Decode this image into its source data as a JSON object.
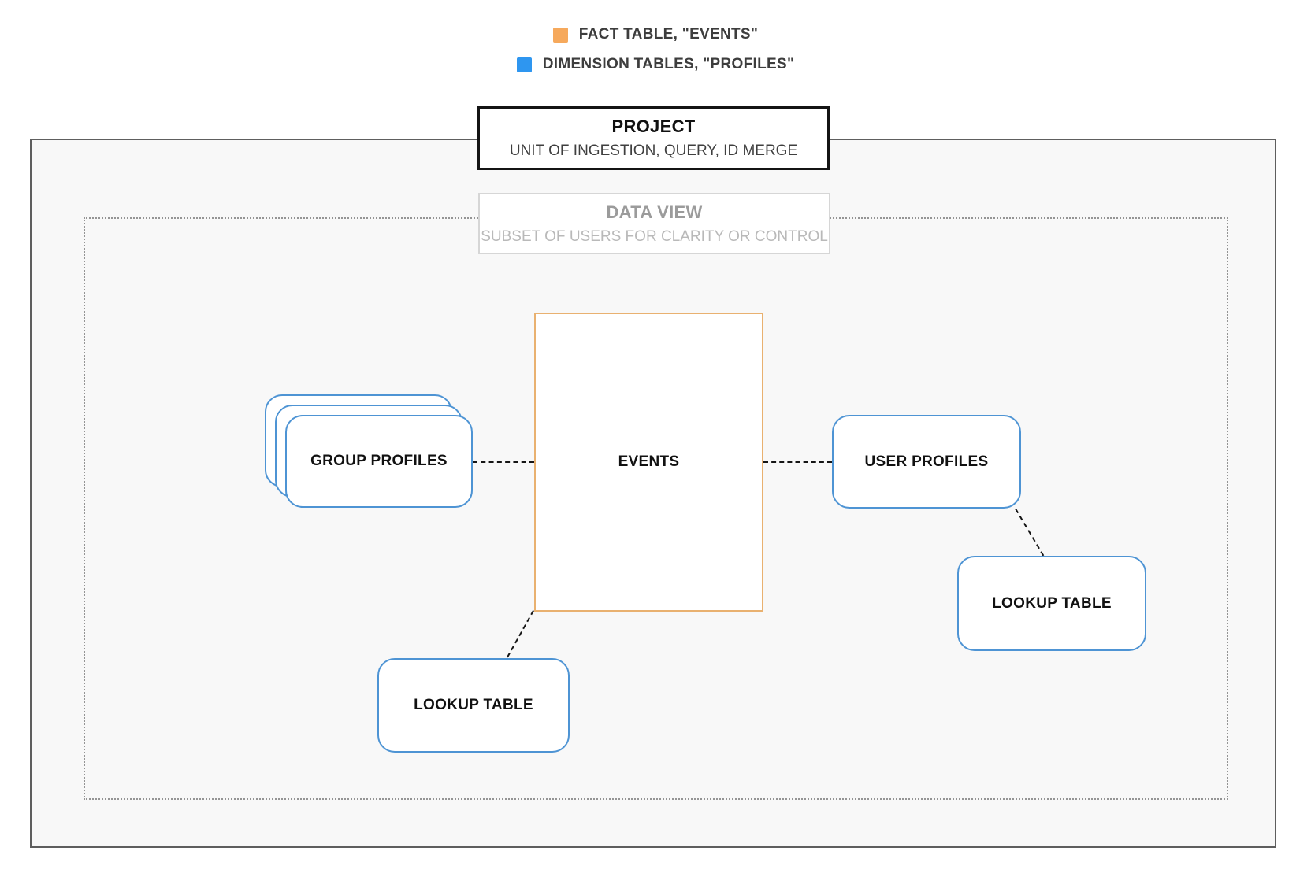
{
  "legend": {
    "items": [
      {
        "name": "fact-table",
        "label": "FACT TABLE, \"EVENTS\"",
        "color": "#f6a95c"
      },
      {
        "name": "dimension-tables",
        "label": "DIMENSION TABLES, \"PROFILES\"",
        "color": "#2e96f0"
      }
    ]
  },
  "project": {
    "title": "PROJECT",
    "subtitle": "UNIT OF INGESTION, QUERY, ID MERGE"
  },
  "data_view": {
    "title": "DATA VIEW",
    "subtitle": "SUBSET OF USERS FOR CLARITY OR CONTROL"
  },
  "nodes": {
    "events": {
      "label": "EVENTS"
    },
    "group_profiles": {
      "label": "GROUP PROFILES"
    },
    "user_profiles": {
      "label": "USER PROFILES"
    },
    "lookup_table_bottom": {
      "label": "LOOKUP TABLE"
    },
    "lookup_table_right": {
      "label": "LOOKUP TABLE"
    }
  },
  "connections": [
    {
      "from": "group_profiles",
      "to": "events",
      "style": "dashed"
    },
    {
      "from": "events",
      "to": "user_profiles",
      "style": "dashed"
    },
    {
      "from": "user_profiles",
      "to": "lookup_table_right",
      "style": "dashed"
    },
    {
      "from": "events",
      "to": "lookup_table_bottom",
      "style": "dashed"
    }
  ],
  "colors": {
    "fact_table_accent": "#f6a95c",
    "dimension_table_accent": "#2e96f0",
    "fact_border": "#e9b170",
    "dimension_border": "#4e94d4",
    "outer_border": "#5e5e5e",
    "outer_background": "#f8f8f8",
    "dotted_border": "#949494",
    "connector": "#151515"
  }
}
